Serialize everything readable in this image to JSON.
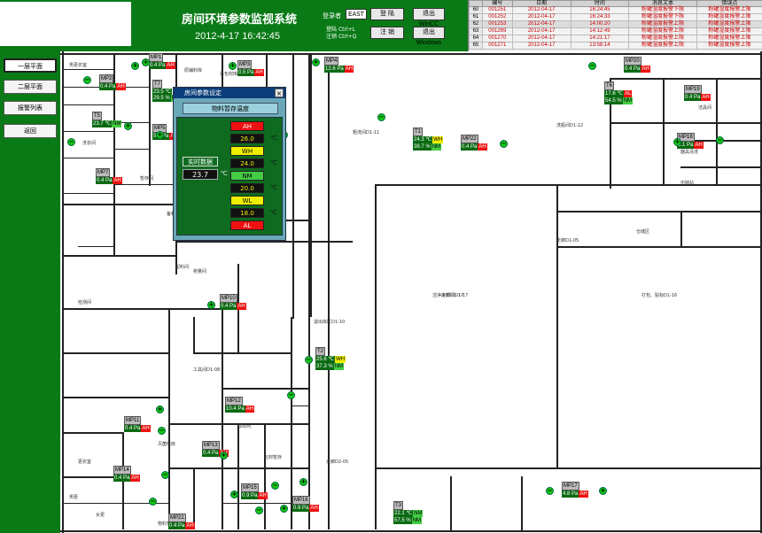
{
  "header": {
    "title": "房间环境参数监视系统",
    "datetime": "2012-4-17 16:42:45"
  },
  "login": {
    "user_label": "登录者",
    "user_value": "EAST",
    "login": "登 陆",
    "logout": "注 销",
    "exit_wincc": "退出WinCC",
    "exit_windows": "退出Windows",
    "shortcut1_label": "登陆",
    "shortcut1": "Ctrl+L",
    "shortcut2_label": "注销",
    "shortcut2": "Ctrl+Q"
  },
  "alarm": {
    "columns": [
      "编号",
      "日期",
      "时间",
      "消息文本",
      "错误点"
    ],
    "rows": [
      {
        "i": "60",
        "id": "001251",
        "date": "2012-04-17",
        "time": "16:24:45",
        "msg": "粉罐湿度报警下限",
        "pt": "粉罐湿度报警上限"
      },
      {
        "i": "61",
        "id": "001252",
        "date": "2012-04-17",
        "time": "16:24:33",
        "msg": "粉罐湿度报警下限",
        "pt": "粉罐湿度报警上限"
      },
      {
        "i": "62",
        "id": "001253",
        "date": "2012-04-17",
        "time": "14:00:20",
        "msg": "粉罐湿度报警上限",
        "pt": "粉罐湿度报警上限"
      },
      {
        "i": "63",
        "id": "001269",
        "date": "2012-04-17",
        "time": "14:12:49",
        "msg": "粉罐湿度报警上限",
        "pt": "粉罐湿度报警上限"
      },
      {
        "i": "64",
        "id": "001270",
        "date": "2012-04-17",
        "time": "14:21:17",
        "msg": "粉罐湿度报警上限",
        "pt": "粉罐湿度报警上限"
      },
      {
        "i": "65",
        "id": "001271",
        "date": "2012-04-17",
        "time": "13:58:14",
        "msg": "粉罐湿度报警上限",
        "pt": "粉罐湿度报警上限"
      }
    ]
  },
  "nav": [
    "一层平面",
    "二层平面",
    "报警列表",
    "返回"
  ],
  "dialog": {
    "title": "房间参数设定",
    "header": "物料暂存温度",
    "realtime_label": "实时数据",
    "realtime_value": "23.7",
    "unit": "℃",
    "chips": [
      {
        "t": "AH",
        "c": "r"
      },
      {
        "t": "26.0",
        "c": "k"
      },
      {
        "t": "WH",
        "c": "y"
      },
      {
        "t": "24.0",
        "c": "k"
      },
      {
        "t": "NM",
        "c": "g"
      },
      {
        "t": "20.0",
        "c": "k"
      },
      {
        "t": "WL",
        "c": "y"
      },
      {
        "t": "18.0",
        "c": "k"
      },
      {
        "t": "AL",
        "c": "r"
      }
    ]
  },
  "sensors": [
    {
      "tag": "MP1",
      "v": "0.4",
      "u": "Pa",
      "s": "AH",
      "c": "red"
    },
    {
      "tag": "T7",
      "v": "23.5",
      "u": "℃",
      "s": "",
      "c": ""
    },
    {
      "tag": "MP2",
      "v": "0.4",
      "u": "Pa",
      "s": "AH",
      "c": "red"
    },
    {
      "tag": "T5",
      "v": "23.7",
      "u": "℃",
      "s": "NM",
      "c": "grn"
    },
    {
      "tag": "MP3",
      "v": "0.5",
      "u": "Pa",
      "s": "AH",
      "c": "red"
    },
    {
      "tag": "MP4",
      "v": "12.6",
      "u": "Pa",
      "s": "AH",
      "c": "red"
    },
    {
      "tag": "MP5",
      "v": "5.0",
      "u": "Pa",
      "s": "AL",
      "c": "red"
    },
    {
      "tag": "MP7",
      "v": "0.4",
      "u": "Pa",
      "s": "AH",
      "c": "red"
    },
    {
      "tag": "T1",
      "v": "24.3",
      "u": "℃",
      "s": "WH",
      "c": "yel"
    },
    {
      "tag": "MP22",
      "v": "0.4",
      "u": "Pa",
      "s": "AH",
      "c": "red"
    },
    {
      "tag": "MP20",
      "v": "0.4",
      "u": "Pa",
      "s": "AH",
      "c": "red"
    },
    {
      "tag": "T6",
      "v": "17.6",
      "u": "℃",
      "s": "AL",
      "c": "red"
    },
    {
      "tag": "MP19",
      "v": "0.4",
      "u": "Pa",
      "s": "AH",
      "c": "red"
    },
    {
      "tag": "MP18",
      "v": "3.1",
      "u": "Pa",
      "s": "AH",
      "c": "red"
    },
    {
      "tag": "MP10",
      "v": "0.4",
      "u": "Pa",
      "s": "AH",
      "c": "red"
    },
    {
      "tag": "T2",
      "v": "25.6",
      "u": "℃",
      "s": "WH",
      "c": "yel"
    },
    {
      "tag": "MP12",
      "v": "10.4",
      "u": "Pa",
      "s": "AH",
      "c": "red"
    },
    {
      "tag": "MP11",
      "v": "0.4",
      "u": "Pa",
      "s": "AH",
      "c": "red"
    },
    {
      "tag": "MP13",
      "v": "0.4",
      "u": "Pa",
      "s": "AH",
      "c": "red"
    },
    {
      "tag": "MP14",
      "v": "0.4",
      "u": "Pa",
      "s": "AH",
      "c": "red"
    },
    {
      "tag": "MP15",
      "v": "0.9",
      "u": "Pa",
      "s": "AH",
      "c": "red"
    },
    {
      "tag": "MP16",
      "v": "0.9",
      "u": "Pa",
      "s": "AH",
      "c": "red"
    },
    {
      "tag": "MP17",
      "v": "4.8",
      "u": "Pa",
      "s": "AH",
      "c": "red"
    },
    {
      "tag": "T3",
      "v": "22.1",
      "u": "℃",
      "s": "NM",
      "c": "grn"
    },
    {
      "tag": "MP21",
      "v": "0.4",
      "u": "Pa",
      "s": "AH",
      "c": "red"
    }
  ],
  "humid": [
    {
      "v": "29.5",
      "u": "%",
      "s": "NM"
    },
    {
      "v": "54.5",
      "u": "%",
      "s": "NM"
    },
    {
      "v": "38.7",
      "u": "%",
      "s": "NM"
    },
    {
      "v": "37.3",
      "u": "%",
      "s": "NM"
    },
    {
      "v": "57.5",
      "u": "%",
      "s": "NM"
    }
  ],
  "rooms": [
    "冷却间D1-17",
    "男更衣室",
    "原辅料库",
    "外包材库",
    "粗洗间D1-11",
    "洗瓶间D1-12",
    "备料间",
    "仓储区",
    "洁净走廊D1-17",
    "退出库区D1-10",
    "工具间D1-08",
    "灭菌柜房",
    "取样间",
    "打包、贴标D1-16",
    "器具清洗",
    "洗衣间",
    "缓冲间",
    "暂存间",
    "更衣室",
    "男更",
    "女更",
    "洁具间",
    "中转站",
    "包材暂存",
    "物料暂存",
    "称量间",
    "配料间",
    "走廊D1-05",
    "走廊D2-05",
    "检测间"
  ],
  "pagination": []
}
